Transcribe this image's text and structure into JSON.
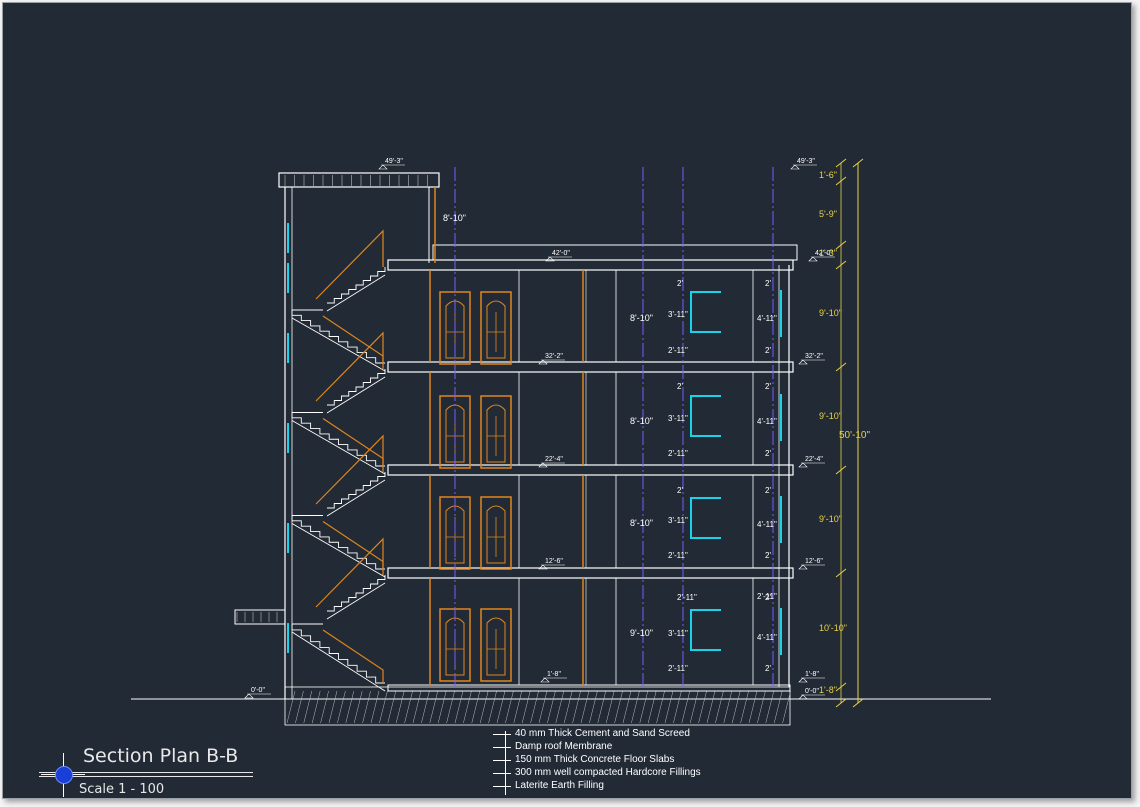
{
  "title": "Section Plan B-B",
  "scale": "Scale   1 - 100",
  "notes": [
    "40 mm Thick Cement and Sand Screed",
    "Damp roof Membrane",
    "150 mm Thick Concrete Floor Slabs",
    "300 mm well compacted Hardcore Fillings",
    "Laterite Earth Filling"
  ],
  "levels": [
    "49'-3\"",
    "42'-0\"",
    "32'-2\"",
    "22'-4\"",
    "12'-6\"",
    "1'-8\"",
    "0'-0\""
  ],
  "overall_height": "50'-10\"",
  "right_dims": [
    "1'-6\"",
    "5'-9\"",
    "1'-3\"",
    "9'-10\"",
    "9'-10\"",
    "9'-10\"",
    "10'-10\"",
    "1'-8\""
  ],
  "headroom_stair": "8'-10\"",
  "floor_heights": [
    "8'-10\"",
    "8'-10\"",
    "8'-10\"",
    "9'-10\""
  ],
  "window_dims": {
    "top": "2'",
    "window": "3'-11\"",
    "sill": "2'-11\"",
    "right_window": "4'-11\"",
    "ground_top": "2'-11\""
  },
  "colors": {
    "background": "#222a35",
    "lines": "#ffffff",
    "doors": "#e0861d",
    "windows": "#19d4e8",
    "dimensions": "#e8d246",
    "centerlines": "#7b5cff",
    "hatch": "#bfbfbf"
  }
}
